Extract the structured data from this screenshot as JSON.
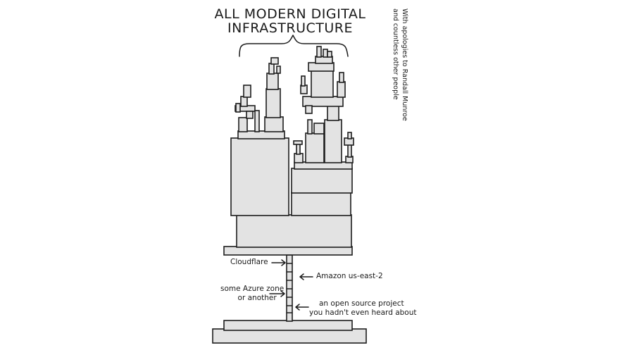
{
  "title": {
    "line1": "ALL MODERN DIGITAL",
    "line2": "INFRASTRUCTURE"
  },
  "credit": {
    "line1": "With apologies to Randall Munroe",
    "line2": "and countless other people"
  },
  "annotations": {
    "cloudflare": "Cloudflare",
    "amazon": "Amazon us-east-2",
    "azure_line1": "some Azure zone",
    "azure_line2": "or another",
    "opensource_line1": "an open source project",
    "opensource_line2": "you hadn't even heard about"
  }
}
